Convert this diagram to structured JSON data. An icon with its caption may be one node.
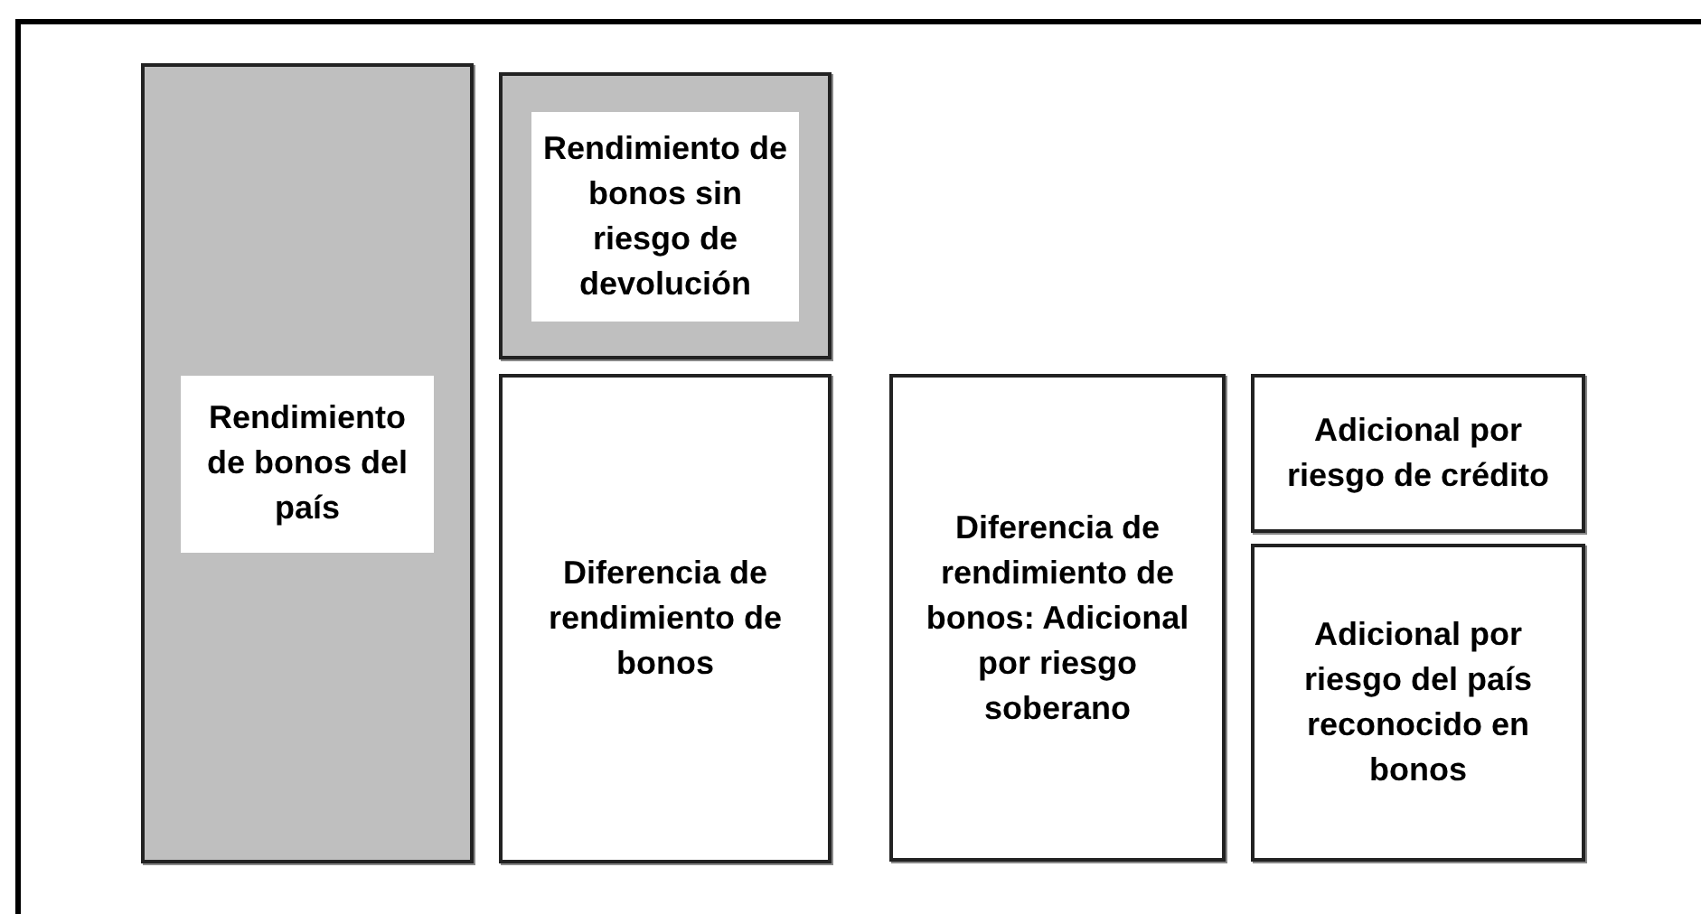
{
  "diagram": {
    "nodes": [
      {
        "text": [
          "Rendimiento de bonos del país"
        ]
      },
      {
        "text": [
          "Rendimiento de bonos sin riesgo de devolución"
        ]
      },
      {
        "text": [
          "Diferencia de rendimiento de bonos"
        ]
      },
      {
        "text": [
          "Diferencia de rendimiento de bonos: Adicional por riesgo soberano"
        ]
      },
      {
        "text": [
          "Adicional por riesgo de crédito"
        ]
      },
      {
        "text": [
          "Adicional por riesgo del país reconocido en bonos"
        ]
      }
    ]
  }
}
